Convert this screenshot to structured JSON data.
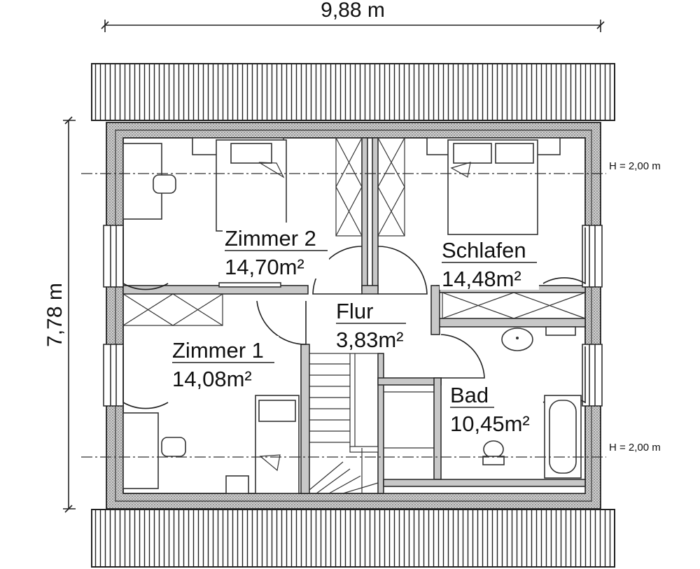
{
  "dimensions": {
    "width": "9,88 m",
    "depth": "7,78 m"
  },
  "height_notes": [
    "H = 2,00 m",
    "H = 2,00 m"
  ],
  "rooms": [
    {
      "name": "Zimmer 2",
      "area": "14,70m²"
    },
    {
      "name": "Schlafen",
      "area": "14,48m²"
    },
    {
      "name": "Flur",
      "area": "3,83m²"
    },
    {
      "name": "Zimmer 1",
      "area": "14,08m²"
    },
    {
      "name": "Bad",
      "area": "10,45m²"
    }
  ],
  "colors": {
    "wall_fill": "#c8c8c8",
    "line": "#222222",
    "background": "#ffffff"
  }
}
